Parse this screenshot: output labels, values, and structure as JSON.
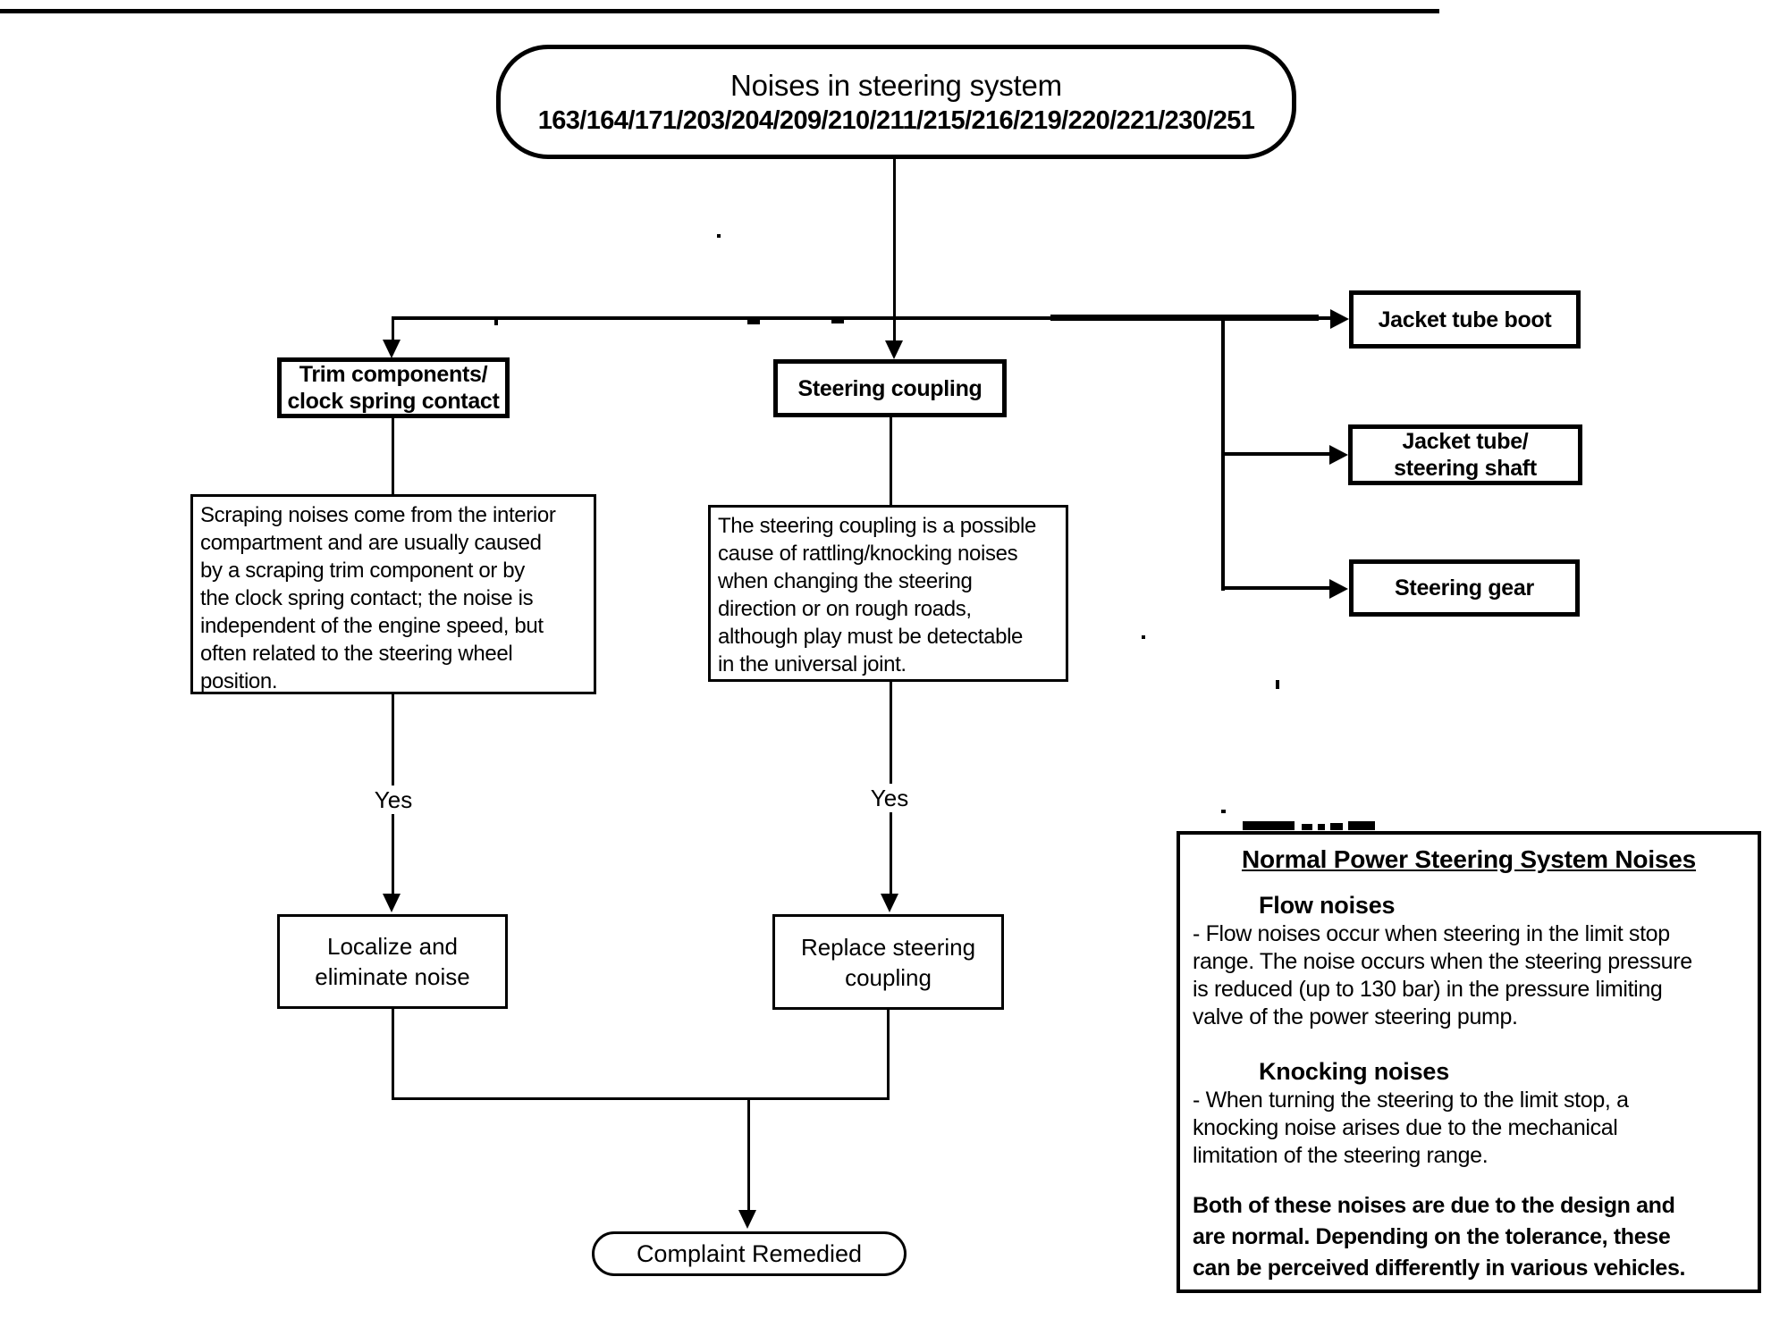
{
  "colors": {
    "ink": "#000000",
    "paper": "#ffffff"
  },
  "flowchart": {
    "start": {
      "title": "Noises in steering system",
      "codes": "163/164/171/203/204/209/210/211/215/216/219/220/221/230/251"
    },
    "nodes": {
      "trim": {
        "label": "Trim components/\nclock spring contact"
      },
      "coupling": {
        "label": "Steering coupling"
      },
      "boot": {
        "label": "Jacket tube boot"
      },
      "shaft": {
        "label": "Jacket tube/\nsteering shaft"
      },
      "gear": {
        "label": "Steering gear"
      },
      "trim_desc": {
        "text": "Scraping noises come from the interior\ncompartment and are usually caused\nby a scraping trim component or by\nthe clock spring contact; the noise is\nindependent of the engine speed, but\noften related to the steering wheel\nposition."
      },
      "coupling_desc": {
        "text": "The steering coupling is a possible\ncause of rattling/knocking noises\nwhen changing the steering\ndirection or on rough roads,\nalthough play must be detectable\nin the universal joint."
      },
      "localize": {
        "label": "Localize and\neliminate noise"
      },
      "replace": {
        "label": "Replace steering\ncoupling"
      },
      "complaint": {
        "label": "Complaint Remedied"
      }
    },
    "labels": {
      "yes_left": "Yes",
      "yes_right": "Yes"
    }
  },
  "panel": {
    "title": "Normal Power Steering System Noises",
    "flow": {
      "heading": "Flow noises",
      "text": "-   Flow noises occur when steering in the limit stop\nrange.  The noise occurs when the steering pressure\nis reduced (up to 130 bar) in the pressure limiting\nvalve of the power steering pump."
    },
    "knocking": {
      "heading": "Knocking noises",
      "text": "-   When turning the steering to the limit stop, a\nknocking noise arises due to the mechanical\nlimitation of the steering range."
    },
    "summary": "Both of these noises are due to the design and\nare normal.  Depending on the tolerance, these\ncan be perceived differently in various vehicles."
  }
}
